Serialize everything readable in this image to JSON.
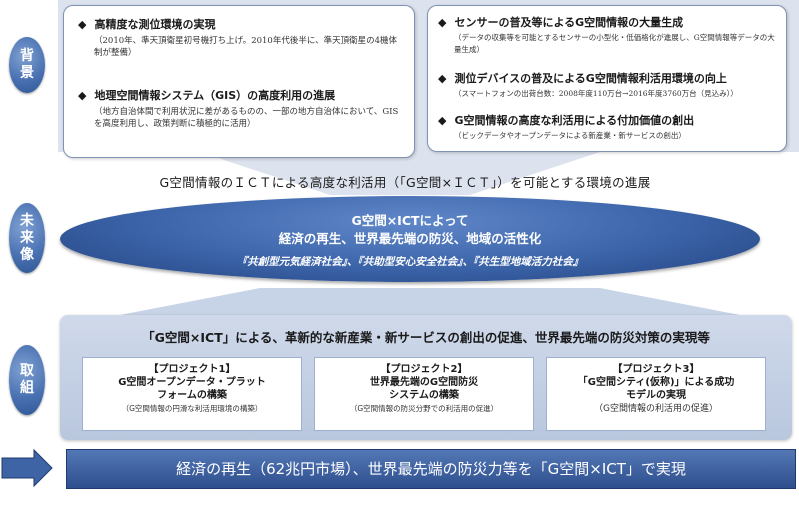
{
  "labels": {
    "background": [
      "背",
      "景"
    ],
    "future": [
      "未",
      "来",
      "像"
    ],
    "efforts": [
      "取",
      "組"
    ]
  },
  "background_left": [
    {
      "title": "高精度な測位環境の実現",
      "note": "（2010年、準天頂衛星初号機打ち上げ。2010年代後半に、準天頂衛星の4機体制が整備）"
    },
    {
      "title": "地理空間情報システム（GIS）の高度利用の進展",
      "note": "（地方自治体間で利用状況に差があるものの、一部の地方自治体において、GISを高度利用し、政策判断に積極的に活用）"
    }
  ],
  "background_right": [
    {
      "title": "センサーの普及等によるG空間情報の大量生成",
      "note": "（データの収集等を可能とするセンサーの小型化・低価格化が進展し、G空間情報等データの大量生成）"
    },
    {
      "title": "測位デバイスの普及によるG空間情報利活用環境の向上",
      "note": "（スマートフォンの出荷台数：2008年度110万台→2016年度3760万台（見込み））"
    },
    {
      "title": "G空間情報の高度な利活用による付加価値の創出",
      "note": "（ビックデータやオープンデータによる新産業・新サービスの創出）"
    }
  ],
  "diamond": "◆",
  "headline": "G空間情報のＩＣＴによる高度な利活用（「G空間×ＩＣＴ」）を可能とする環境の進展",
  "vision": {
    "line1": "G空間×ICTによって",
    "line2": "経済の再生、世界最先端の防災、地域の活性化",
    "line3": "『共創型元気経済社会』、『共助型安心安全社会』、『共生型地域活力社会』"
  },
  "efforts": {
    "title": "「G空間×ICT」による、革新的な新産業・新サービスの創出の促進、世界最先端の防災対策の実現等",
    "projects": [
      {
        "tag": "【プロジェクト1】",
        "name1": "G空間オープンデータ・プラット",
        "name2": "フォームの構築",
        "note": "（G空間情報の円滑な利活用環境の構築）"
      },
      {
        "tag": "【プロジェクト2】",
        "name1": "世界最先端のG空間防災",
        "name2": "システムの構築",
        "note": "（G空間情報の防災分野での利活用の促進）"
      },
      {
        "tag": "【プロジェクト3】",
        "name1": "「G空間シティ(仮称)」による成功",
        "name2": "モデルの実現",
        "note": "（G空間情報の利活用の促進）"
      }
    ]
  },
  "result": "経済の再生（62兆円市場）、世界最先端の防災力等を「G空間×ICT」で実現",
  "colors": {
    "accent": "#3b63a8",
    "dark": "#23437f",
    "panel": "#cfd9ea"
  }
}
